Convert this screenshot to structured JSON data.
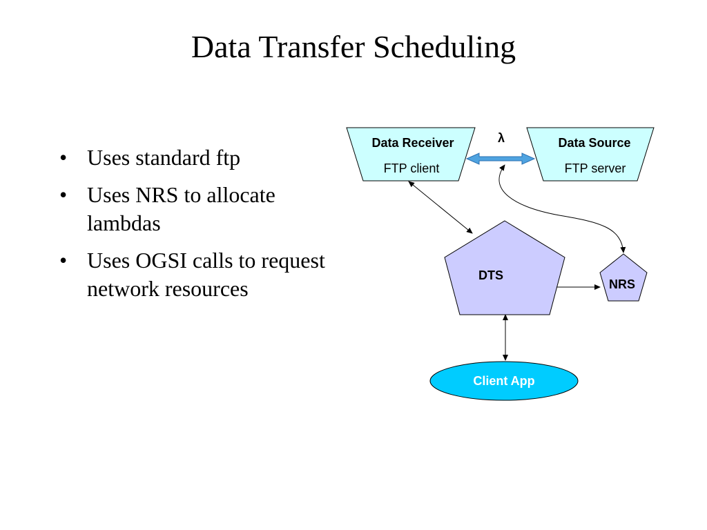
{
  "slide": {
    "title": "Data Transfer Scheduling",
    "bullet_char": "•",
    "bullets": [
      "Uses standard ftp",
      "Uses NRS to allocate lambdas",
      "Uses OGSI calls to request network resources"
    ]
  },
  "diagram": {
    "receiver": {
      "title": "Data Receiver",
      "subtitle": "FTP client"
    },
    "source": {
      "title": "Data Source",
      "subtitle": "FTP server"
    },
    "lambda_label": "λ",
    "dts_label": "DTS",
    "nrs_label": "NRS",
    "client_label": "Client App",
    "colors": {
      "trapezoid_fill": "#ccffff",
      "pentagon_fill": "#ccccff",
      "client_fill": "#00ccff",
      "lambda_arrow": "#4fa3e0"
    }
  }
}
